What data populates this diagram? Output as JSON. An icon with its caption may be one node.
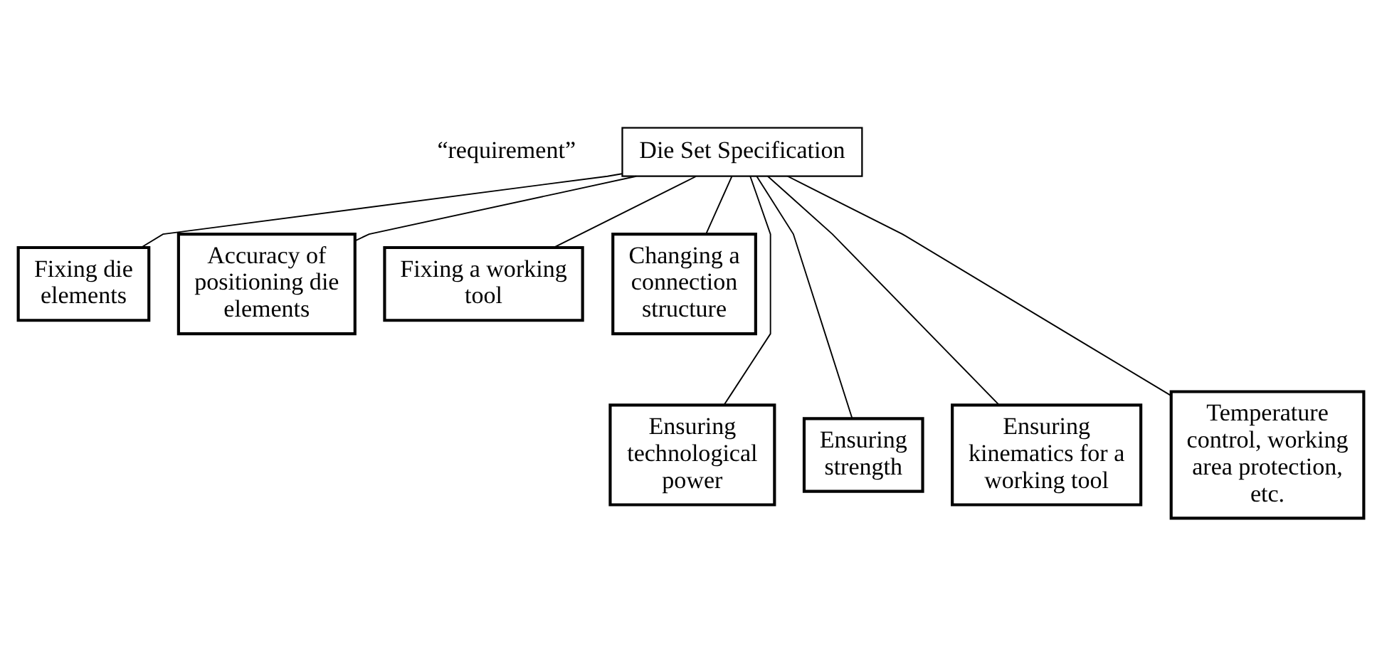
{
  "diagram": {
    "nodes": [
      {
        "text": [
          "Die Set Specification"
        ]
      },
      {
        "text": [
          "Fixing die elements"
        ]
      },
      {
        "text": [
          "Accuracy of positioning die elements"
        ]
      },
      {
        "text": [
          "Fixing a working tool"
        ]
      },
      {
        "text": [
          "Changing a connection structure"
        ]
      },
      {
        "text": [
          "Ensuring technological power"
        ]
      },
      {
        "text": [
          "Ensuring strength"
        ]
      },
      {
        "text": [
          "Ensuring kinematics for a working tool"
        ]
      },
      {
        "text": [
          "Temperature control, working area protection, etc."
        ]
      }
    ],
    "edges": [
      {
        "from": 0,
        "to": 1,
        "arrow": "none"
      },
      {
        "from": 0,
        "to": 2,
        "arrow": "none"
      },
      {
        "from": 0,
        "to": 3,
        "arrow": "none"
      },
      {
        "from": 0,
        "to": 4,
        "arrow": "none"
      },
      {
        "from": 0,
        "to": 5,
        "arrow": "none"
      },
      {
        "from": 0,
        "to": 6,
        "arrow": "none"
      },
      {
        "from": 0,
        "to": 7,
        "arrow": "none"
      },
      {
        "from": 0,
        "to": 8,
        "arrow": "none"
      }
    ],
    "labels": [
      "“requirement”"
    ]
  }
}
